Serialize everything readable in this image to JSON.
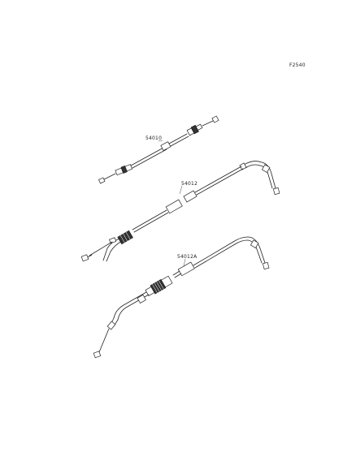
{
  "diagram": {
    "figure_code": "F2540",
    "parts": [
      {
        "part_number": "54010"
      },
      {
        "part_number": "54012"
      },
      {
        "part_number": "54012A"
      }
    ]
  }
}
